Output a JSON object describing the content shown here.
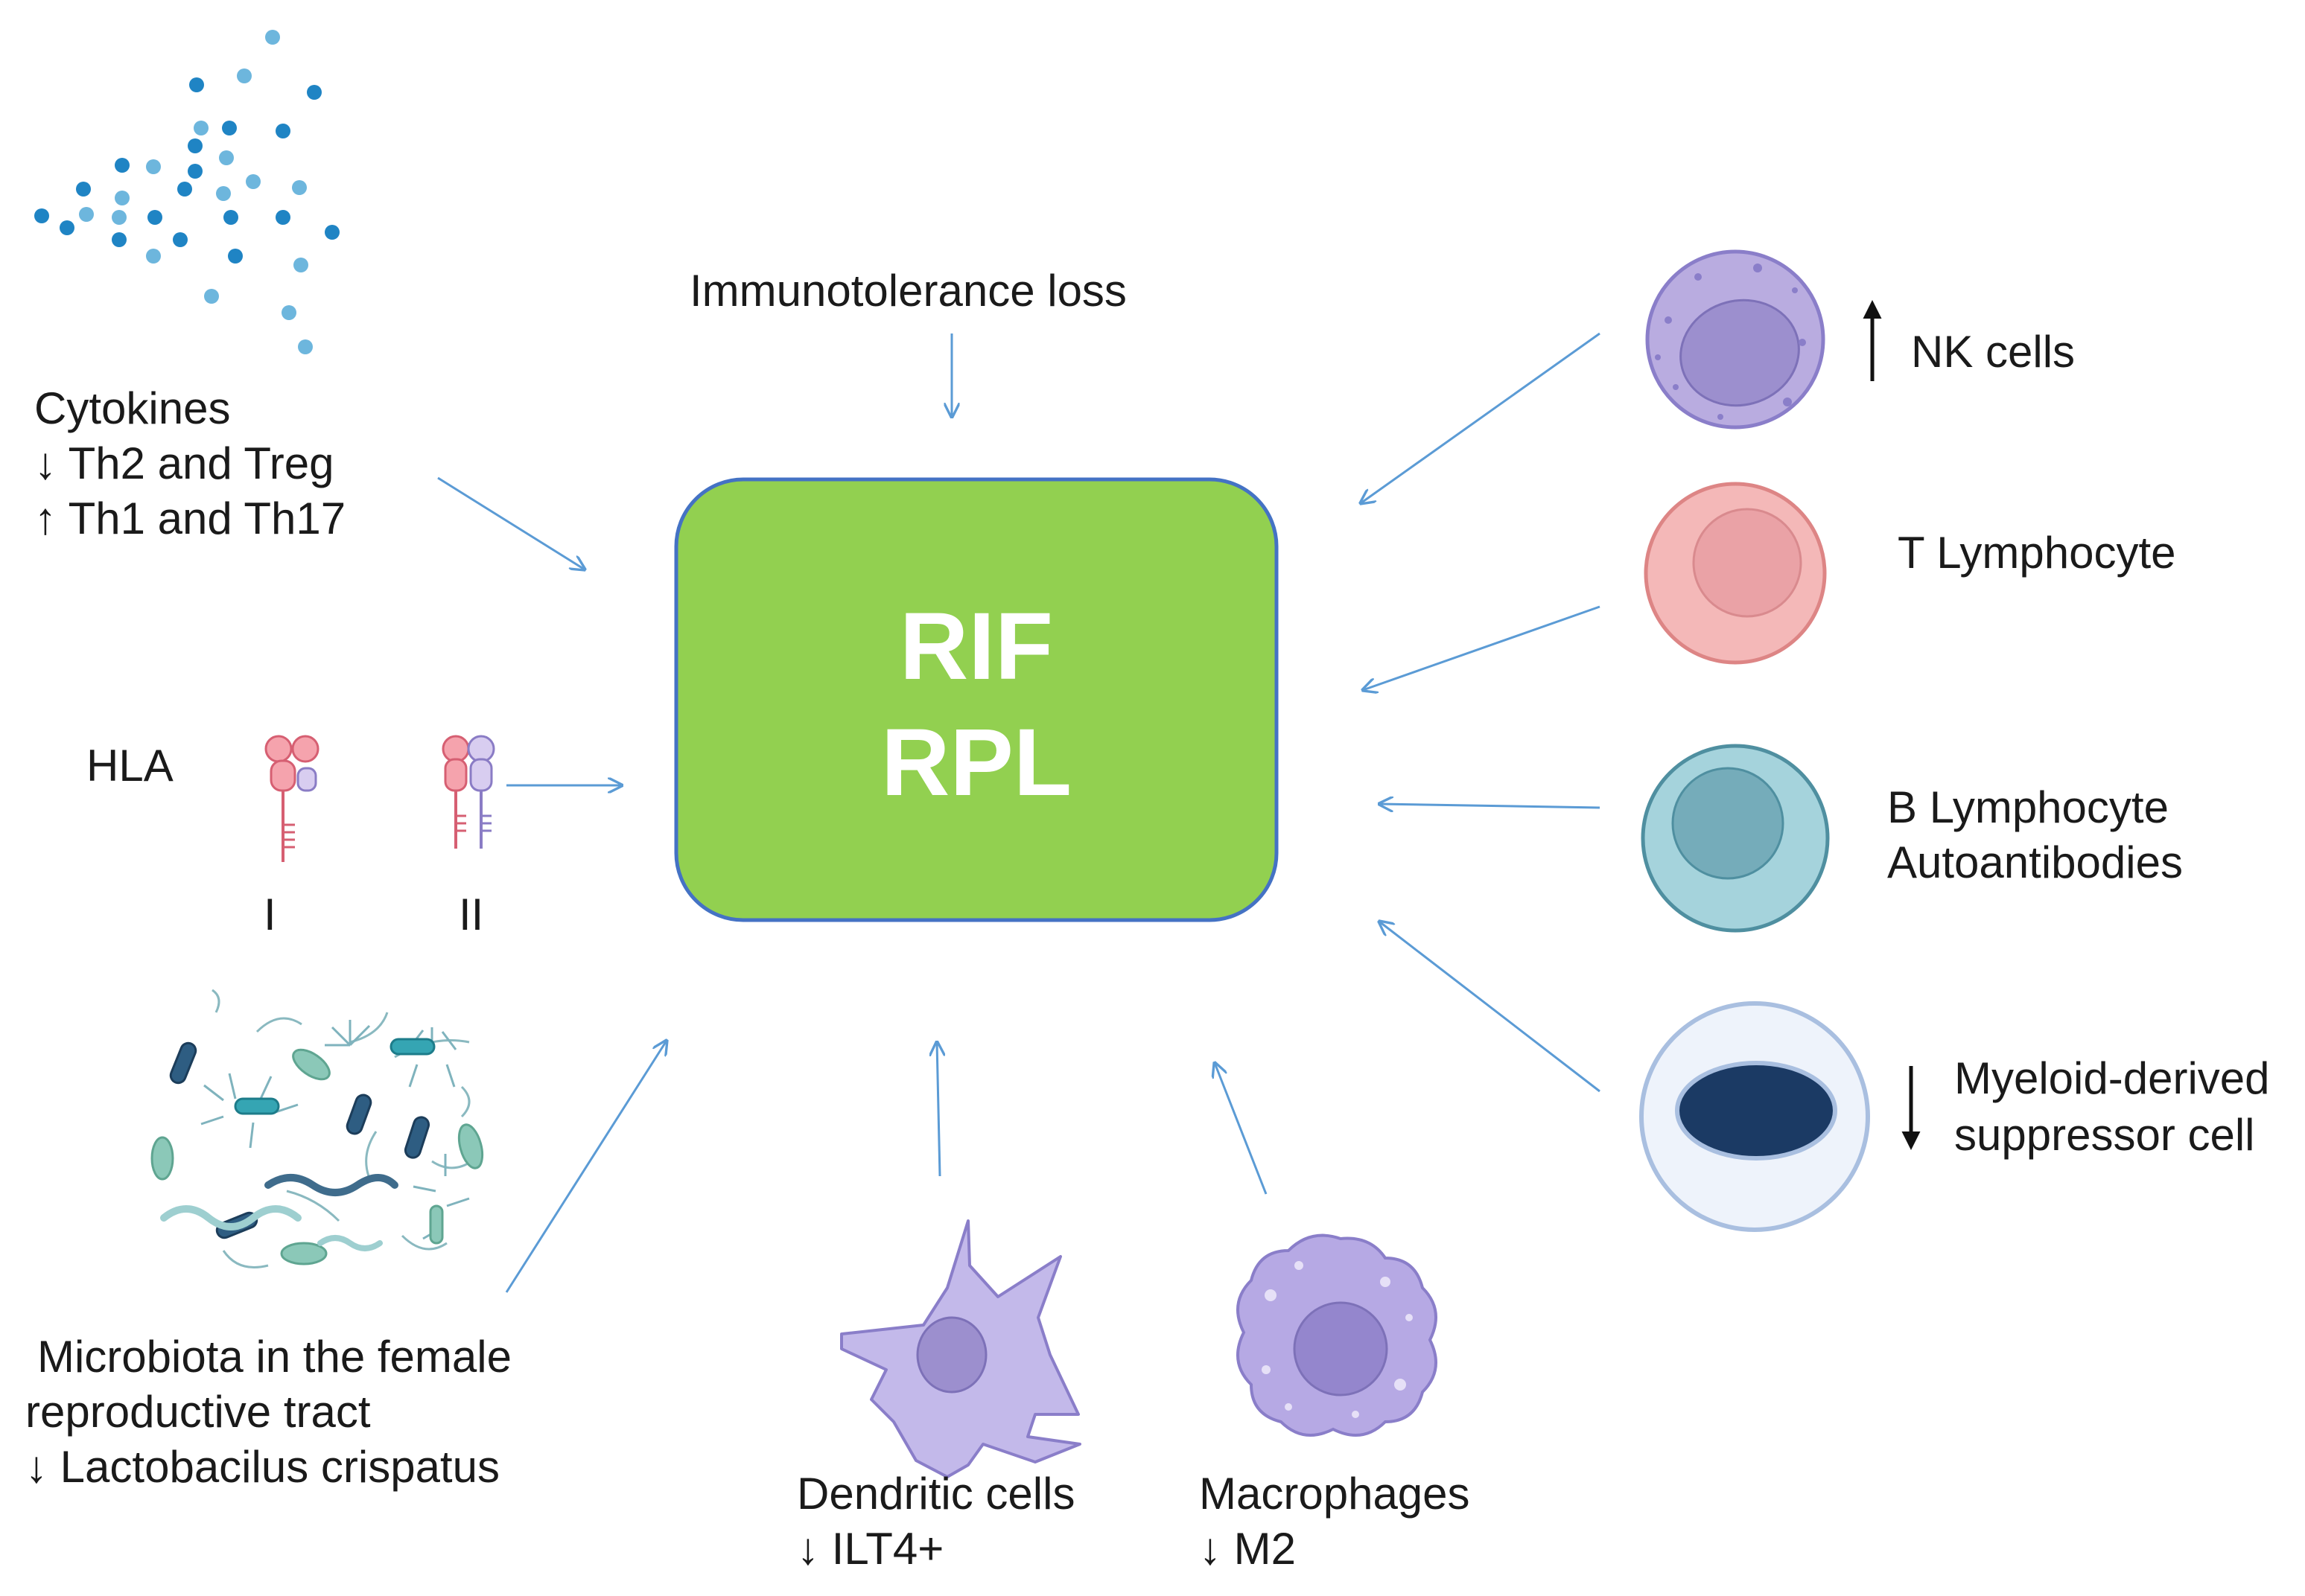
{
  "center": {
    "line1": "RIF",
    "line2": "RPL"
  },
  "top": {
    "label": "Immunotolerance loss"
  },
  "cytokines": {
    "title": "Cytokines",
    "line1": "↓ Th2  and  Treg",
    "line2": "↑ Th1 and  Th17"
  },
  "hla": {
    "title": "HLA",
    "class1": "I",
    "class2": "II"
  },
  "microbiota": {
    "line1": "Microbiota in the female",
    "line2": "reproductive tract",
    "line3": "↓ Lactobacilus crispatus"
  },
  "dendritic": {
    "line1": "Dendritic cells",
    "line2": "↓ ILT4+"
  },
  "macrophages": {
    "line1": "Macrophages",
    "line2": "↓ M2"
  },
  "nk": {
    "label": "NK cells"
  },
  "tcell": {
    "label": "T Lymphocyte"
  },
  "bcell": {
    "line1": "B Lymphocyte",
    "line2": "Autoantibodies"
  },
  "mdsc": {
    "line1": "Myeloid-derived",
    "line2": "suppressor cell"
  },
  "colors": {
    "box_fill": "#92d050",
    "box_stroke": "#4472c4",
    "arrow": "#5b9bd5",
    "nk_cell": "#b9ace0",
    "t_cell": "#f4b8b8",
    "b_cell": "#a5d3dc",
    "mdsc_nucleus": "#1b3a64"
  }
}
